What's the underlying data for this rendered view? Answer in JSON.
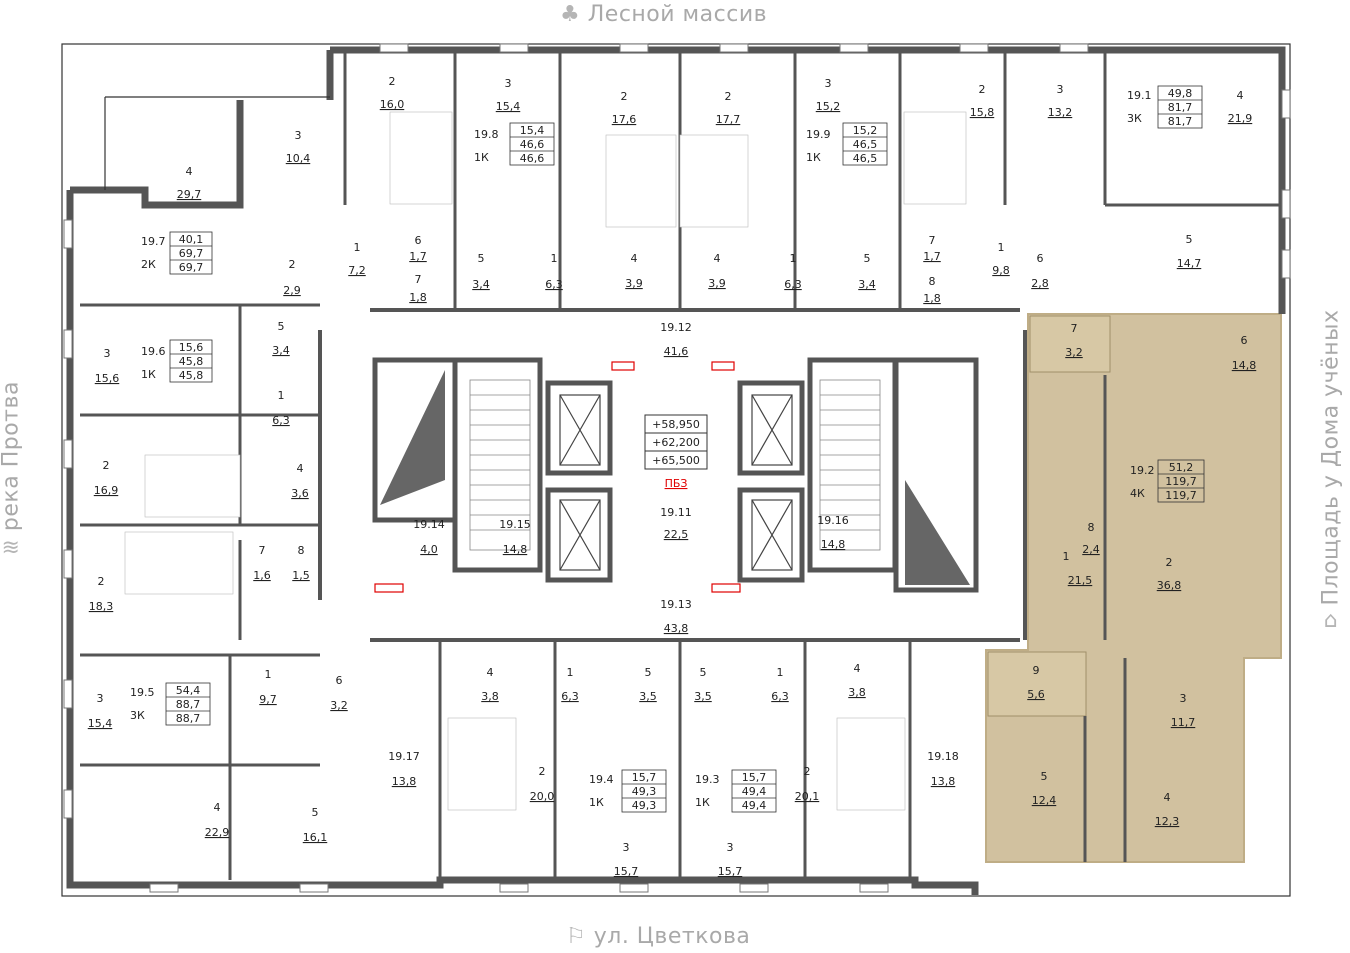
{
  "labels": {
    "top": "Лесной массив",
    "bottom": "ул. Цветкова",
    "left": "река Протва",
    "right": "Площадь у Дома учёных"
  },
  "icons": {
    "top": "forest-icon",
    "bottom": "signpost-icon",
    "left": "river-icon",
    "right": "building-icon"
  },
  "colors": {
    "highlight_fill": "#cdbb95",
    "highlight_stroke": "#b9a57a",
    "wall": "#555555",
    "red_label": "#e00000"
  },
  "elevations": [
    "+58,950",
    "+62,200",
    "+65,500"
  ],
  "pbz": "ПБЗ",
  "rooms": [
    {
      "n": "2",
      "a": "16,0"
    },
    {
      "n": "3",
      "a": "15,4"
    },
    {
      "n": "2",
      "a": "17,6"
    },
    {
      "n": "2",
      "a": "17,7"
    },
    {
      "n": "3",
      "a": "15,2"
    },
    {
      "n": "2",
      "a": "15,8"
    },
    {
      "n": "3",
      "a": "13,2"
    },
    {
      "n": "4",
      "a": "21,9"
    },
    {
      "n": "3",
      "a": "10,4"
    },
    {
      "n": "4",
      "a": "29,7"
    },
    {
      "n": "6",
      "a": "1,7"
    },
    {
      "n": "7",
      "a": "1,8"
    },
    {
      "n": "1",
      "a": "7,2"
    },
    {
      "n": "2",
      "a": "2,9"
    },
    {
      "n": "5",
      "a": "3,4"
    },
    {
      "n": "1",
      "a": "6,3"
    },
    {
      "n": "4",
      "a": "3,9"
    },
    {
      "n": "4",
      "a": "3,9"
    },
    {
      "n": "1",
      "a": "6,3"
    },
    {
      "n": "5",
      "a": "3,4"
    },
    {
      "n": "7",
      "a": "1,7"
    },
    {
      "n": "8",
      "a": "1,8"
    },
    {
      "n": "1",
      "a": "9,8"
    },
    {
      "n": "6",
      "a": "2,8"
    },
    {
      "n": "5",
      "a": "14,7"
    },
    {
      "n": "5",
      "a": "3,4"
    },
    {
      "n": "3",
      "a": "15,6"
    },
    {
      "n": "1",
      "a": "6,3"
    },
    {
      "n": "2",
      "a": "16,9"
    },
    {
      "n": "4",
      "a": "3,6"
    },
    {
      "n": "7",
      "a": "1,6"
    },
    {
      "n": "8",
      "a": "1,5"
    },
    {
      "n": "2",
      "a": "18,3"
    },
    {
      "n": "1",
      "a": "9,7"
    },
    {
      "n": "6",
      "a": "3,2"
    },
    {
      "n": "3",
      "a": "15,4"
    },
    {
      "n": "4",
      "a": "22,9"
    },
    {
      "n": "5",
      "a": "16,1"
    },
    {
      "n": "4",
      "a": "3,8"
    },
    {
      "n": "1",
      "a": "6,3"
    },
    {
      "n": "5",
      "a": "3,5"
    },
    {
      "n": "5",
      "a": "3,5"
    },
    {
      "n": "1",
      "a": "6,3"
    },
    {
      "n": "4",
      "a": "3,8"
    },
    {
      "n": "2",
      "a": "20,0"
    },
    {
      "n": "2",
      "a": "20,1"
    },
    {
      "n": "3",
      "a": "15,7"
    },
    {
      "n": "3",
      "a": "15,7"
    },
    {
      "n": "7",
      "a": "3,2"
    },
    {
      "n": "6",
      "a": "14,8"
    },
    {
      "n": "8",
      "a": "2,4"
    },
    {
      "n": "2",
      "a": "36,8"
    },
    {
      "n": "1",
      "a": "21,5"
    },
    {
      "n": "9",
      "a": "5,6"
    },
    {
      "n": "3",
      "a": "11,7"
    },
    {
      "n": "5",
      "a": "12,4"
    },
    {
      "n": "4",
      "a": "12,3"
    }
  ],
  "apartments": [
    {
      "id": "19.1",
      "type": "3К",
      "living": "49,8",
      "area": "81,7",
      "total": "81,7"
    },
    {
      "id": "19.2",
      "type": "4К",
      "living": "51,2",
      "area": "119,7",
      "total": "119,7"
    },
    {
      "id": "19.3",
      "type": "1К",
      "living": "15,7",
      "area": "49,4",
      "total": "49,4"
    },
    {
      "id": "19.4",
      "type": "1К",
      "living": "15,7",
      "area": "49,3",
      "total": "49,3"
    },
    {
      "id": "19.5",
      "type": "3К",
      "living": "54,4",
      "area": "88,7",
      "total": "88,7"
    },
    {
      "id": "19.6",
      "type": "1К",
      "living": "15,6",
      "area": "45,8",
      "total": "45,8"
    },
    {
      "id": "19.7",
      "type": "2К",
      "living": "40,1",
      "area": "69,7",
      "total": "69,7"
    },
    {
      "id": "19.8",
      "type": "1К",
      "living": "15,4",
      "area": "46,6",
      "total": "46,6"
    },
    {
      "id": "19.9",
      "type": "1К",
      "living": "15,2",
      "area": "46,5",
      "total": "46,5"
    }
  ],
  "common": [
    {
      "id": "19.11",
      "a": "22,5"
    },
    {
      "id": "19.12",
      "a": "41,6"
    },
    {
      "id": "19.13",
      "a": "43,8"
    },
    {
      "id": "19.14",
      "a": "4,0"
    },
    {
      "id": "19.15",
      "a": "14,8"
    },
    {
      "id": "19.16",
      "a": "14,8"
    },
    {
      "id": "19.17",
      "a": "13,8"
    },
    {
      "id": "19.18",
      "a": "13,8"
    }
  ]
}
